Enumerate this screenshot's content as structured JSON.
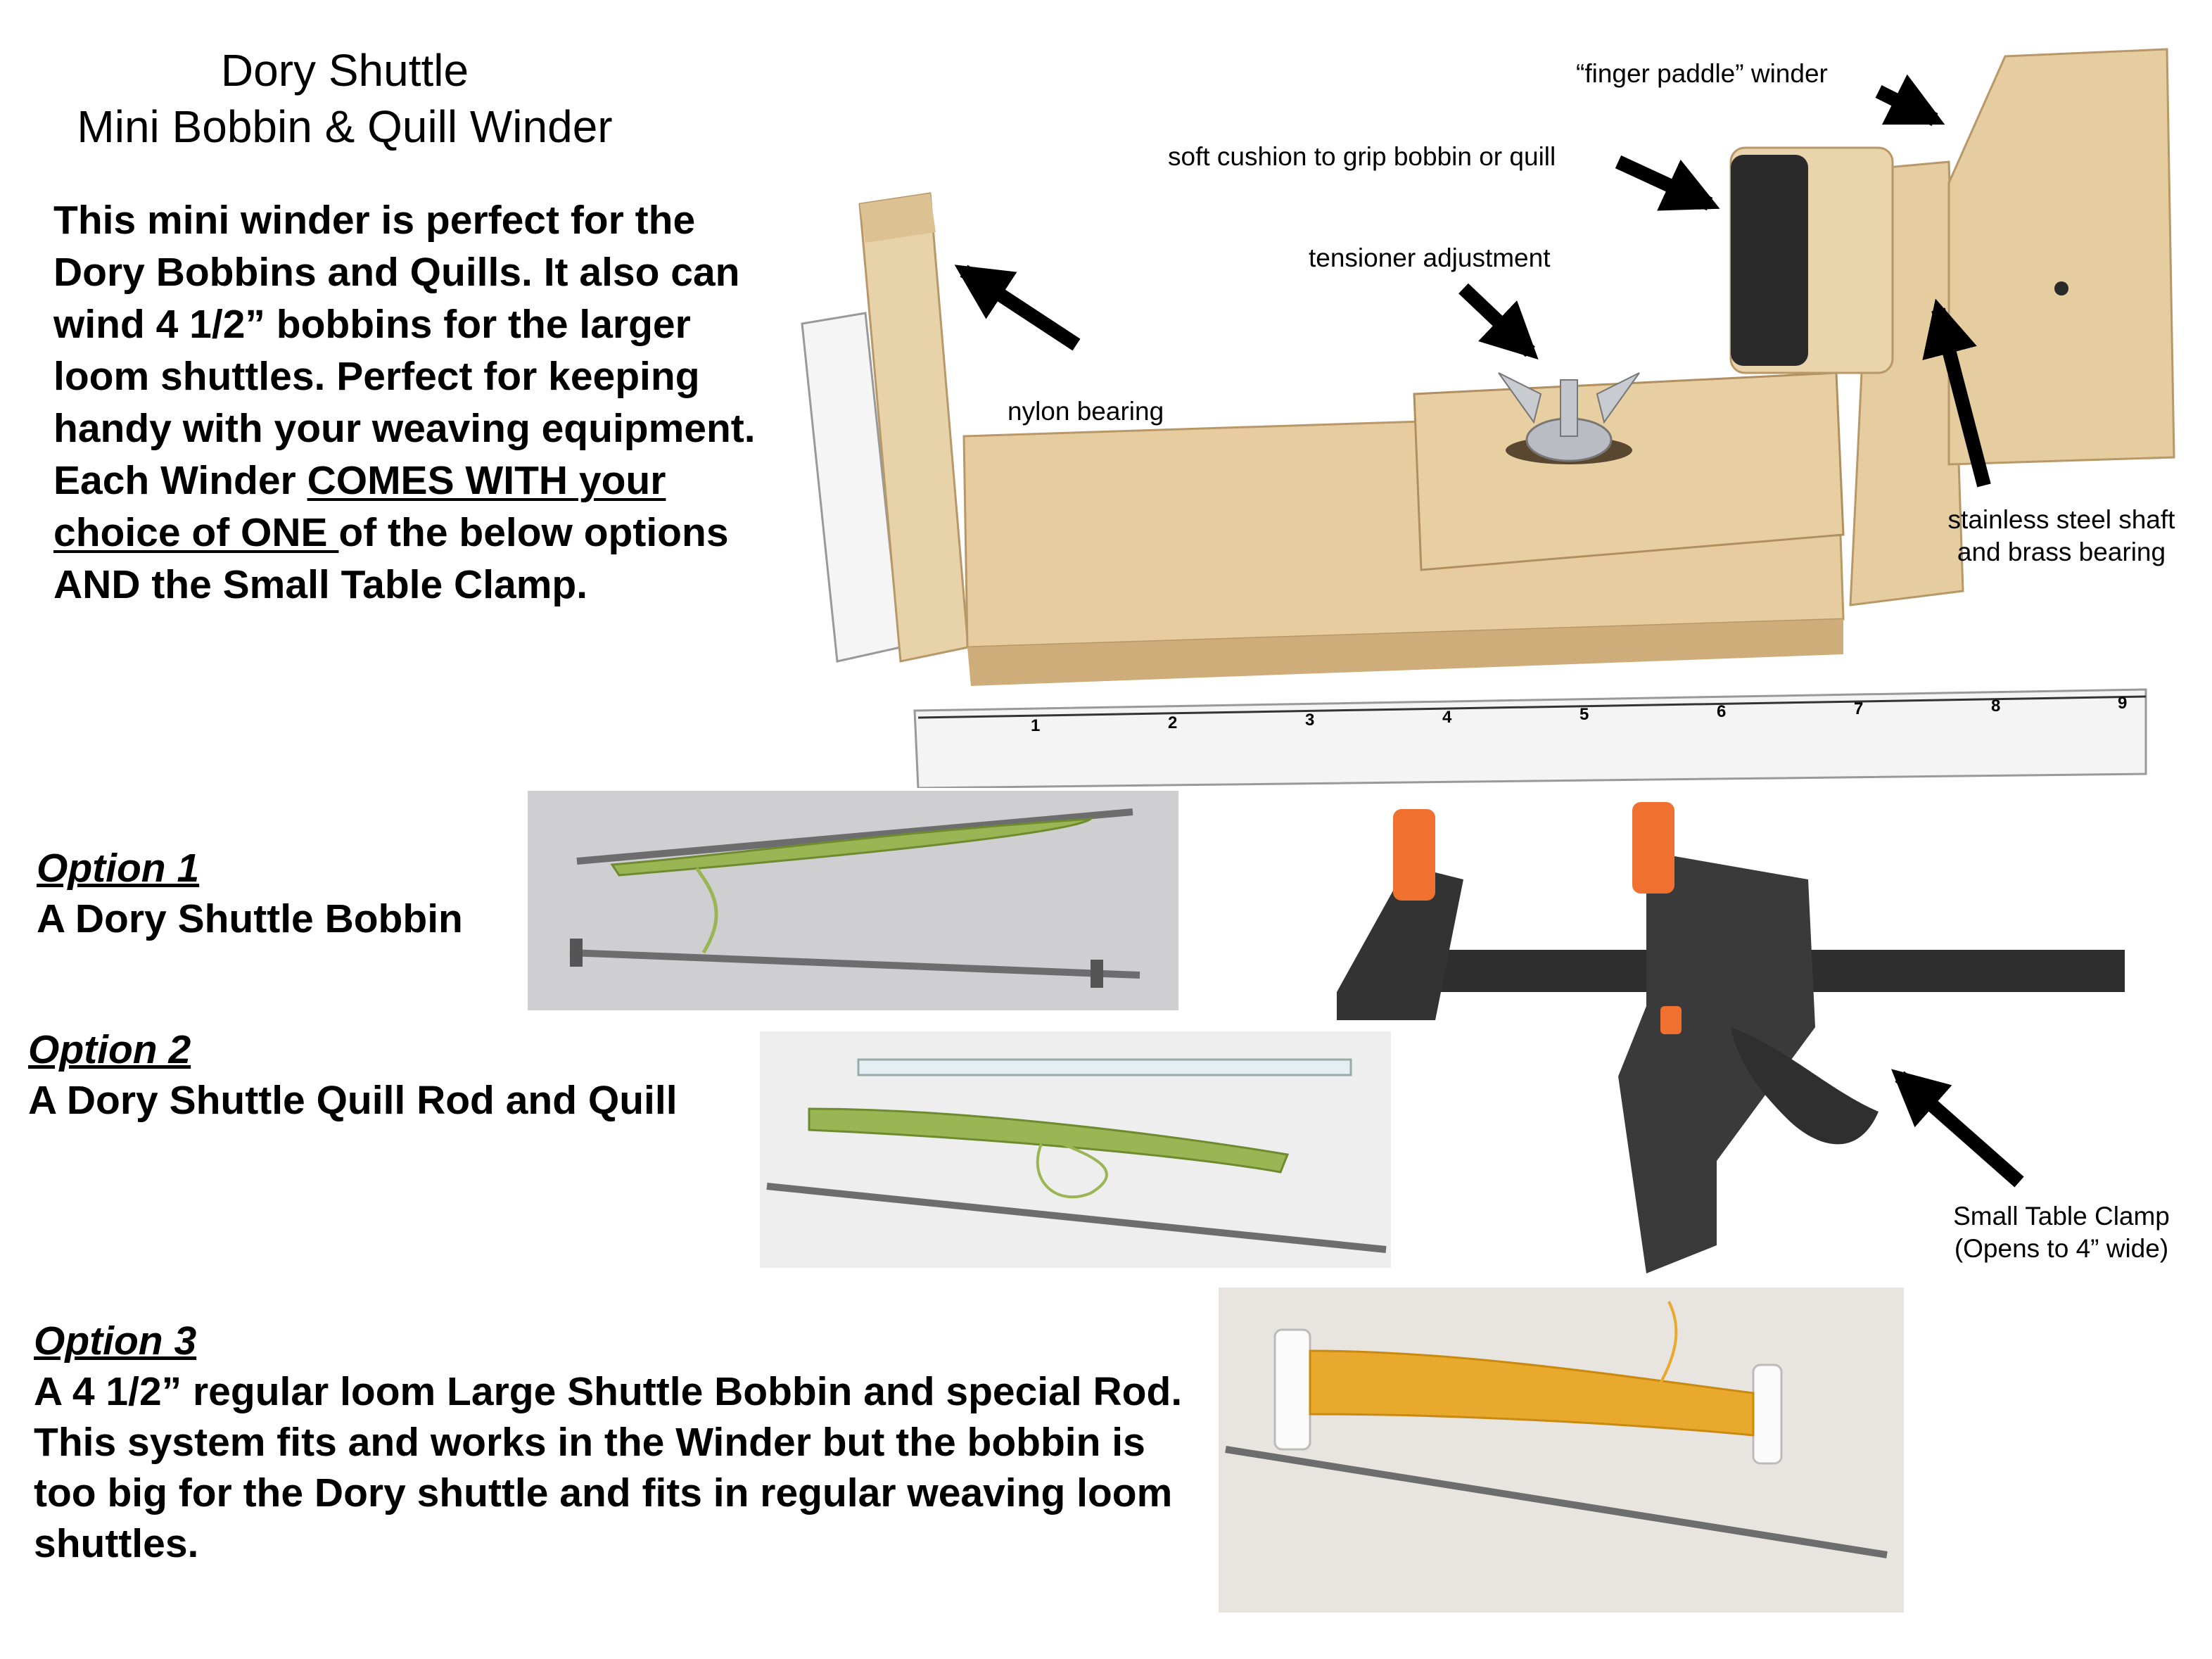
{
  "header": {
    "title_line1": "Dory Shuttle",
    "title_line2": "Mini Bobbin & Quill Winder"
  },
  "intro": {
    "part1": "This mini winder is perfect for the Dory Bobbins and Quills. It also can wind 4 1/2” bobbins for the larger loom shuttles. Perfect for keeping handy with your weaving equipment.",
    "part2_prefix": "Each Winder ",
    "part2_underlined": "COMES WITH your choice of ONE ",
    "part2_suffix": "of the below options AND the Small Table Clamp."
  },
  "labels": {
    "finger_paddle": "“finger paddle” winder",
    "soft_cushion": "soft cushion to grip bobbin or quill",
    "tensioner": "tensioner adjustment",
    "nylon_bearing": "nylon bearing",
    "shaft_line1": "stainless steel shaft",
    "shaft_line2": "and brass bearing",
    "clamp_line1": "Small Table Clamp",
    "clamp_line2": "(Opens to 4” wide)"
  },
  "ruler_numbers": [
    "1",
    "2",
    "3",
    "4",
    "5",
    "6",
    "7",
    "8",
    "9"
  ],
  "options": [
    {
      "heading": "Option 1",
      "description": "A Dory Shuttle Bobbin"
    },
    {
      "heading": "Option 2",
      "description": "A Dory Shuttle Quill Rod and Quill"
    },
    {
      "heading": "Option 3",
      "description": "A 4 1/2” regular loom Large Shuttle Bobbin and special Rod. This system fits and works in the Winder but the bobbin is too big for the Dory shuttle and fits in regular weaving loom shuttles."
    }
  ],
  "colors": {
    "wood": "#e2c9a0",
    "wood_dark": "#c9a878",
    "clamp_body": "#3a3a3a",
    "clamp_pad": "#f07030",
    "green_thread": "#9ab553",
    "gold_thread": "#e8a92c"
  }
}
